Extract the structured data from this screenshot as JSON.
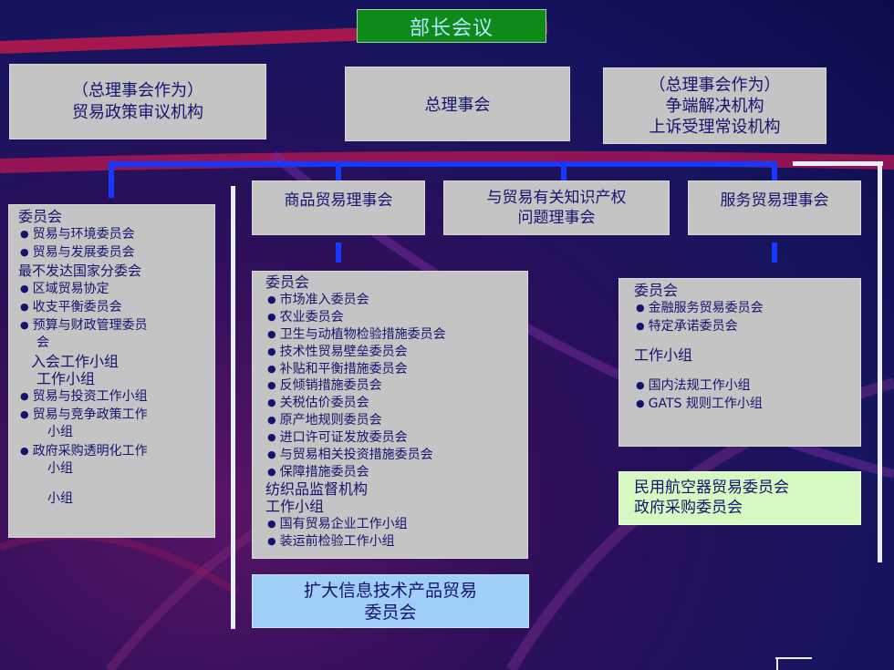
{
  "title": "部长会议",
  "top": {
    "policy_review": [
      "（总理事会作为）",
      "贸易政策审议机构"
    ],
    "general_council": "总理事会",
    "dispute": [
      "（总理事会作为）",
      "争端解决机构",
      "上诉受理常设机构"
    ]
  },
  "councils": {
    "goods": "商品贸易理事会",
    "trips": [
      "与贸易有关知识产权",
      "问题理事会"
    ],
    "services": "服务贸易理事会"
  },
  "left_panel": {
    "header": "委员会",
    "committees": [
      "贸易与环境委员会",
      "贸易与发展委员会"
    ],
    "ldc_sub": "最不发达国家分委会",
    "committees2": [
      "区域贸易协定",
      "收支平衡委员会"
    ],
    "budget": [
      "预算与财政管理委员",
      "会"
    ],
    "accession": "入会工作小组",
    "wg_header": "工作小组",
    "wg1": "贸易与投资工作小组",
    "wg2": [
      "贸易与竞争政策工作",
      "小组"
    ],
    "wg3": [
      "政府采购透明化工作",
      "小组"
    ],
    "last": "小组"
  },
  "goods_panel": {
    "header": "委员会",
    "committees": [
      "市场准入委员会",
      "农业委员会",
      "卫生与动植物检验措施委员会",
      "技术性贸易壁垒委员会",
      "补贴和平衡措施委员会",
      "反倾销措施委员会",
      "关税估价委员会",
      "原产地规则委员会",
      "进口许可证发放委员会",
      "与贸易相关投资措施委员会",
      "保障措施委员会"
    ],
    "textile": "纺织品监督机构",
    "wg_header": "工作小组",
    "wgs": [
      "国有贸易企业工作小组",
      "装运前检验工作小组"
    ]
  },
  "ita": [
    "扩大信息技术产品贸易",
    "委员会"
  ],
  "services_panel": {
    "header": "委员会",
    "committees": [
      "金融服务贸易委员会",
      "特定承诺委员会"
    ],
    "wg_header": "工作小组",
    "wgs": [
      "国内法规工作小组",
      "GATS 规则工作小组"
    ]
  },
  "plurilateral": [
    "民用航空器贸易委员会",
    "政府采购委员会"
  ],
  "colors": {
    "title_bg": "#0d8a1a",
    "title_text": "#b7e9ff",
    "box_bg": "#c4c4c4",
    "text": "#14146e",
    "connector": "#1638ff",
    "ita_bg": "#9fcff6",
    "plurilateral_bg": "#d6f9c2"
  },
  "bullet_icon": "black-circle"
}
